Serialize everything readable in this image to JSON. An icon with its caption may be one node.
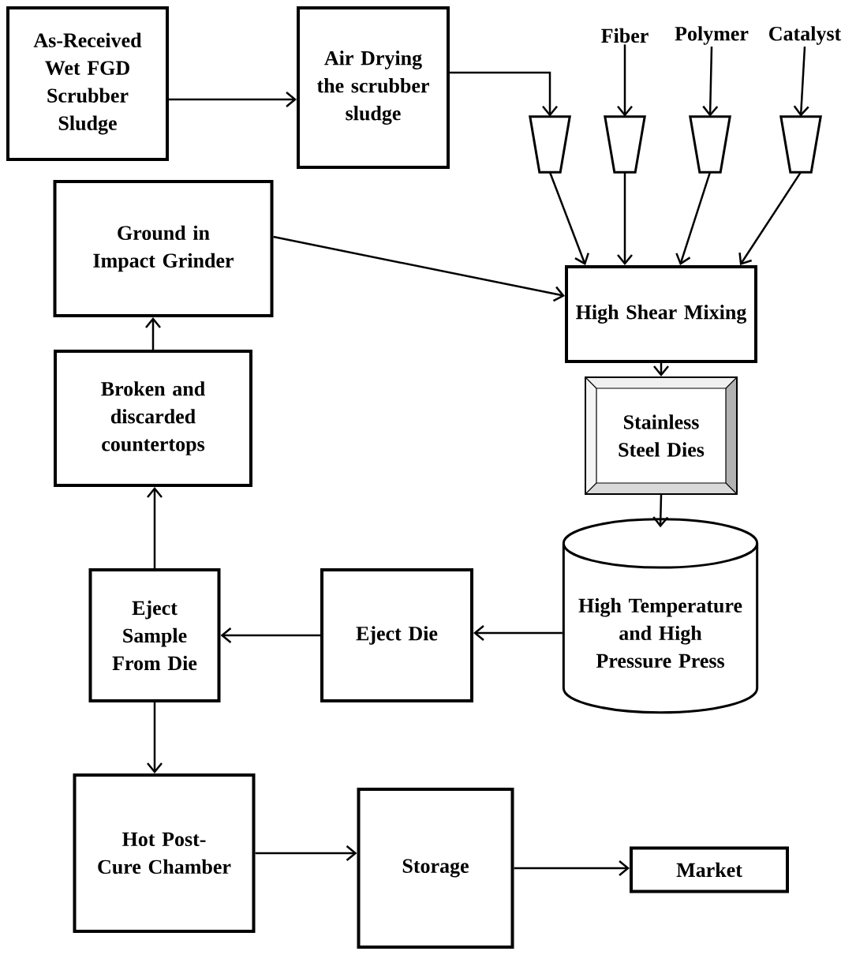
{
  "diagram": {
    "nodes": [
      {
        "text": [
          "As-Received Wet FGD Scrubber Sludge"
        ]
      },
      {
        "text": [
          "Air Drying the scrubber sludge"
        ]
      },
      {
        "text": [
          "Fiber"
        ]
      },
      {
        "text": [
          "Polymer"
        ]
      },
      {
        "text": [
          "Catalyst"
        ]
      },
      {
        "text": [],
        "shape": "funnel"
      },
      {
        "text": [],
        "shape": "funnel"
      },
      {
        "text": [],
        "shape": "funnel"
      },
      {
        "text": [],
        "shape": "funnel"
      },
      {
        "text": [
          "Ground in Impact Grinder"
        ]
      },
      {
        "text": [
          "High Shear Mixing"
        ]
      },
      {
        "text": [
          "Stainless Steel Dies"
        ]
      },
      {
        "text": [
          "High Temperature and High Pressure Press"
        ]
      },
      {
        "text": [
          "Eject Sample From Die"
        ]
      },
      {
        "text": [
          "Eject Die"
        ]
      },
      {
        "text": [
          "Broken and discarded countertops"
        ]
      },
      {
        "text": [
          "Hot Post-Cure Chamber"
        ]
      },
      {
        "text": [
          "Storage"
        ]
      },
      {
        "text": [
          "Market"
        ]
      }
    ],
    "edges": [
      {
        "from": 0,
        "to": 1,
        "arrow": "to"
      },
      {
        "from": 1,
        "to": 5,
        "arrow": "to"
      },
      {
        "from": 2,
        "to": 6,
        "arrow": "to"
      },
      {
        "from": 3,
        "to": 7,
        "arrow": "to"
      },
      {
        "from": 4,
        "to": 8,
        "arrow": "to"
      },
      {
        "from": 5,
        "to": 10,
        "arrow": "to"
      },
      {
        "from": 6,
        "to": 10,
        "arrow": "to"
      },
      {
        "from": 7,
        "to": 10,
        "arrow": "to"
      },
      {
        "from": 8,
        "to": 10,
        "arrow": "to"
      },
      {
        "from": 9,
        "to": 10,
        "arrow": "to"
      },
      {
        "from": 10,
        "to": 11,
        "arrow": "to"
      },
      {
        "from": 11,
        "to": 12,
        "arrow": "to"
      },
      {
        "from": 12,
        "to": 14,
        "arrow": "to"
      },
      {
        "from": 14,
        "to": 13,
        "arrow": "to"
      },
      {
        "from": 13,
        "to": 15,
        "arrow": "to"
      },
      {
        "from": 15,
        "to": 9,
        "arrow": "to"
      },
      {
        "from": 13,
        "to": 16,
        "arrow": "to"
      },
      {
        "from": 16,
        "to": 17,
        "arrow": "to"
      },
      {
        "from": 17,
        "to": 18,
        "arrow": "to"
      }
    ]
  }
}
